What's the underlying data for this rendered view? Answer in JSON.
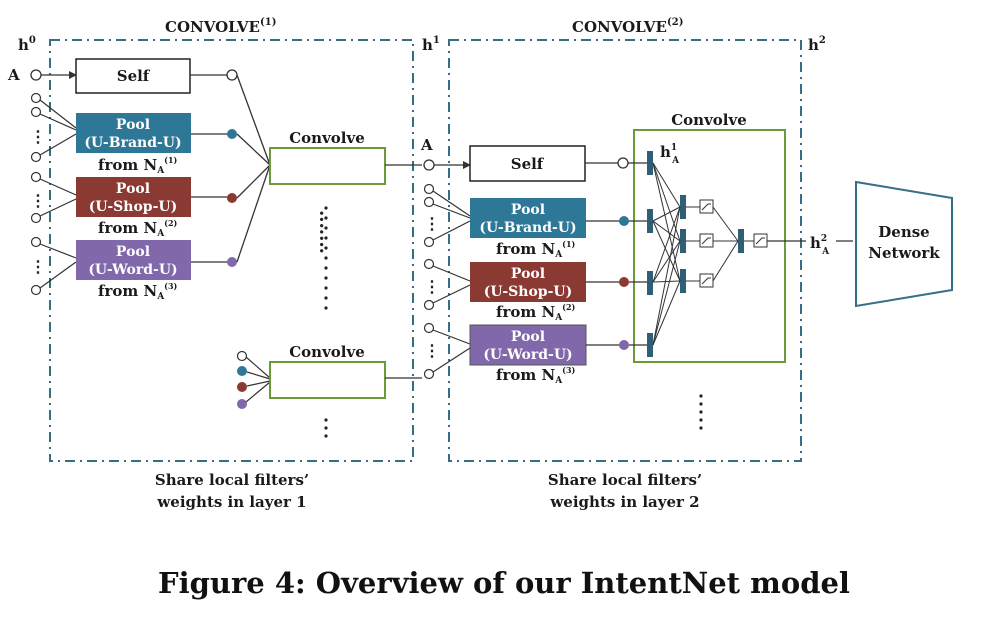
{
  "layer1": {
    "title_main": "CONVOLVE",
    "title_sup": "(1)",
    "h0_main": "h",
    "h0_sup": "0",
    "node_a": "A",
    "self_label": "Self",
    "pool_label": "Pool",
    "pool1_sub": "(U-Brand-U)",
    "pool2_sub": "(U-Shop-U)",
    "pool3_sub": "(U-Word-U)",
    "from_word": "from",
    "n_main": "N",
    "n_sub": "A",
    "n1_sup": "(1)",
    "n2_sup": "(2)",
    "n3_sup": "(3)",
    "convolve_label": "Convolve",
    "share_line1": "Share local filters’",
    "share_line2": "weights in layer 1"
  },
  "layer2": {
    "title_main": "CONVOLVE",
    "title_sup": "(2)",
    "h1_main": "h",
    "h1_sup": "1",
    "h2_main": "h",
    "h2_sup": "2",
    "node_a": "A",
    "self_label": "Self",
    "convolve_label": "Convolve",
    "h1a_main": "h",
    "h1a_sup": "1",
    "h1a_sub": "A",
    "h2a_main": "h",
    "h2a_sup": "2",
    "h2a_sub": "A",
    "dense_line1": "Dense",
    "dense_line2": "Network",
    "share_line1": "Share local filters’",
    "share_line2": "weights in layer 2"
  },
  "caption": "Figure 4: Overview of our IntentNet model",
  "colors": {
    "brand": "#2e7797",
    "shop": "#8a3a33",
    "word": "#8068aa",
    "convolve": "#6b9a3a",
    "dashed": "#356f86",
    "dense": "#356f86"
  }
}
